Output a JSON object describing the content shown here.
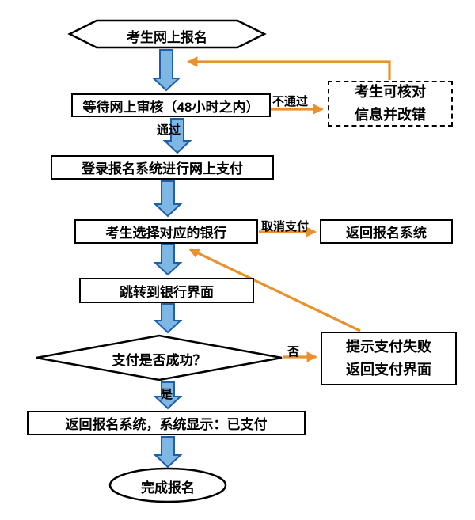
{
  "colors": {
    "arrow_fill": "#7EB6E4",
    "arrow_stroke": "#1F5EA8",
    "connector_orange": "#E8912D",
    "shape_border": "#000000",
    "text": "#000000",
    "background": "#FFFFFF"
  },
  "nodes": {
    "start": {
      "label": "考生网上报名"
    },
    "review": {
      "label": "等待网上审核（48小时之内）"
    },
    "correct_info": {
      "line1": "考生可核对",
      "line2": "信息并改错"
    },
    "login_pay": {
      "label": "登录报名系统进行网上支付"
    },
    "select_bank": {
      "label": "考生选择对应的银行"
    },
    "return_system": {
      "label": "返回报名系统"
    },
    "bank_page": {
      "label": "跳转到银行界面"
    },
    "decision": {
      "label": "支付是否成功？"
    },
    "pay_fail": {
      "line1": "提示支付失败",
      "line2": "返回支付界面"
    },
    "paid": {
      "label": "返回报名系统，系统显示：已支付"
    },
    "finish": {
      "label": "完成报名"
    }
  },
  "edge_labels": {
    "not_pass": "不通过",
    "pass": "通过",
    "cancel_pay": "取消支付",
    "no": "否",
    "yes": "是"
  }
}
